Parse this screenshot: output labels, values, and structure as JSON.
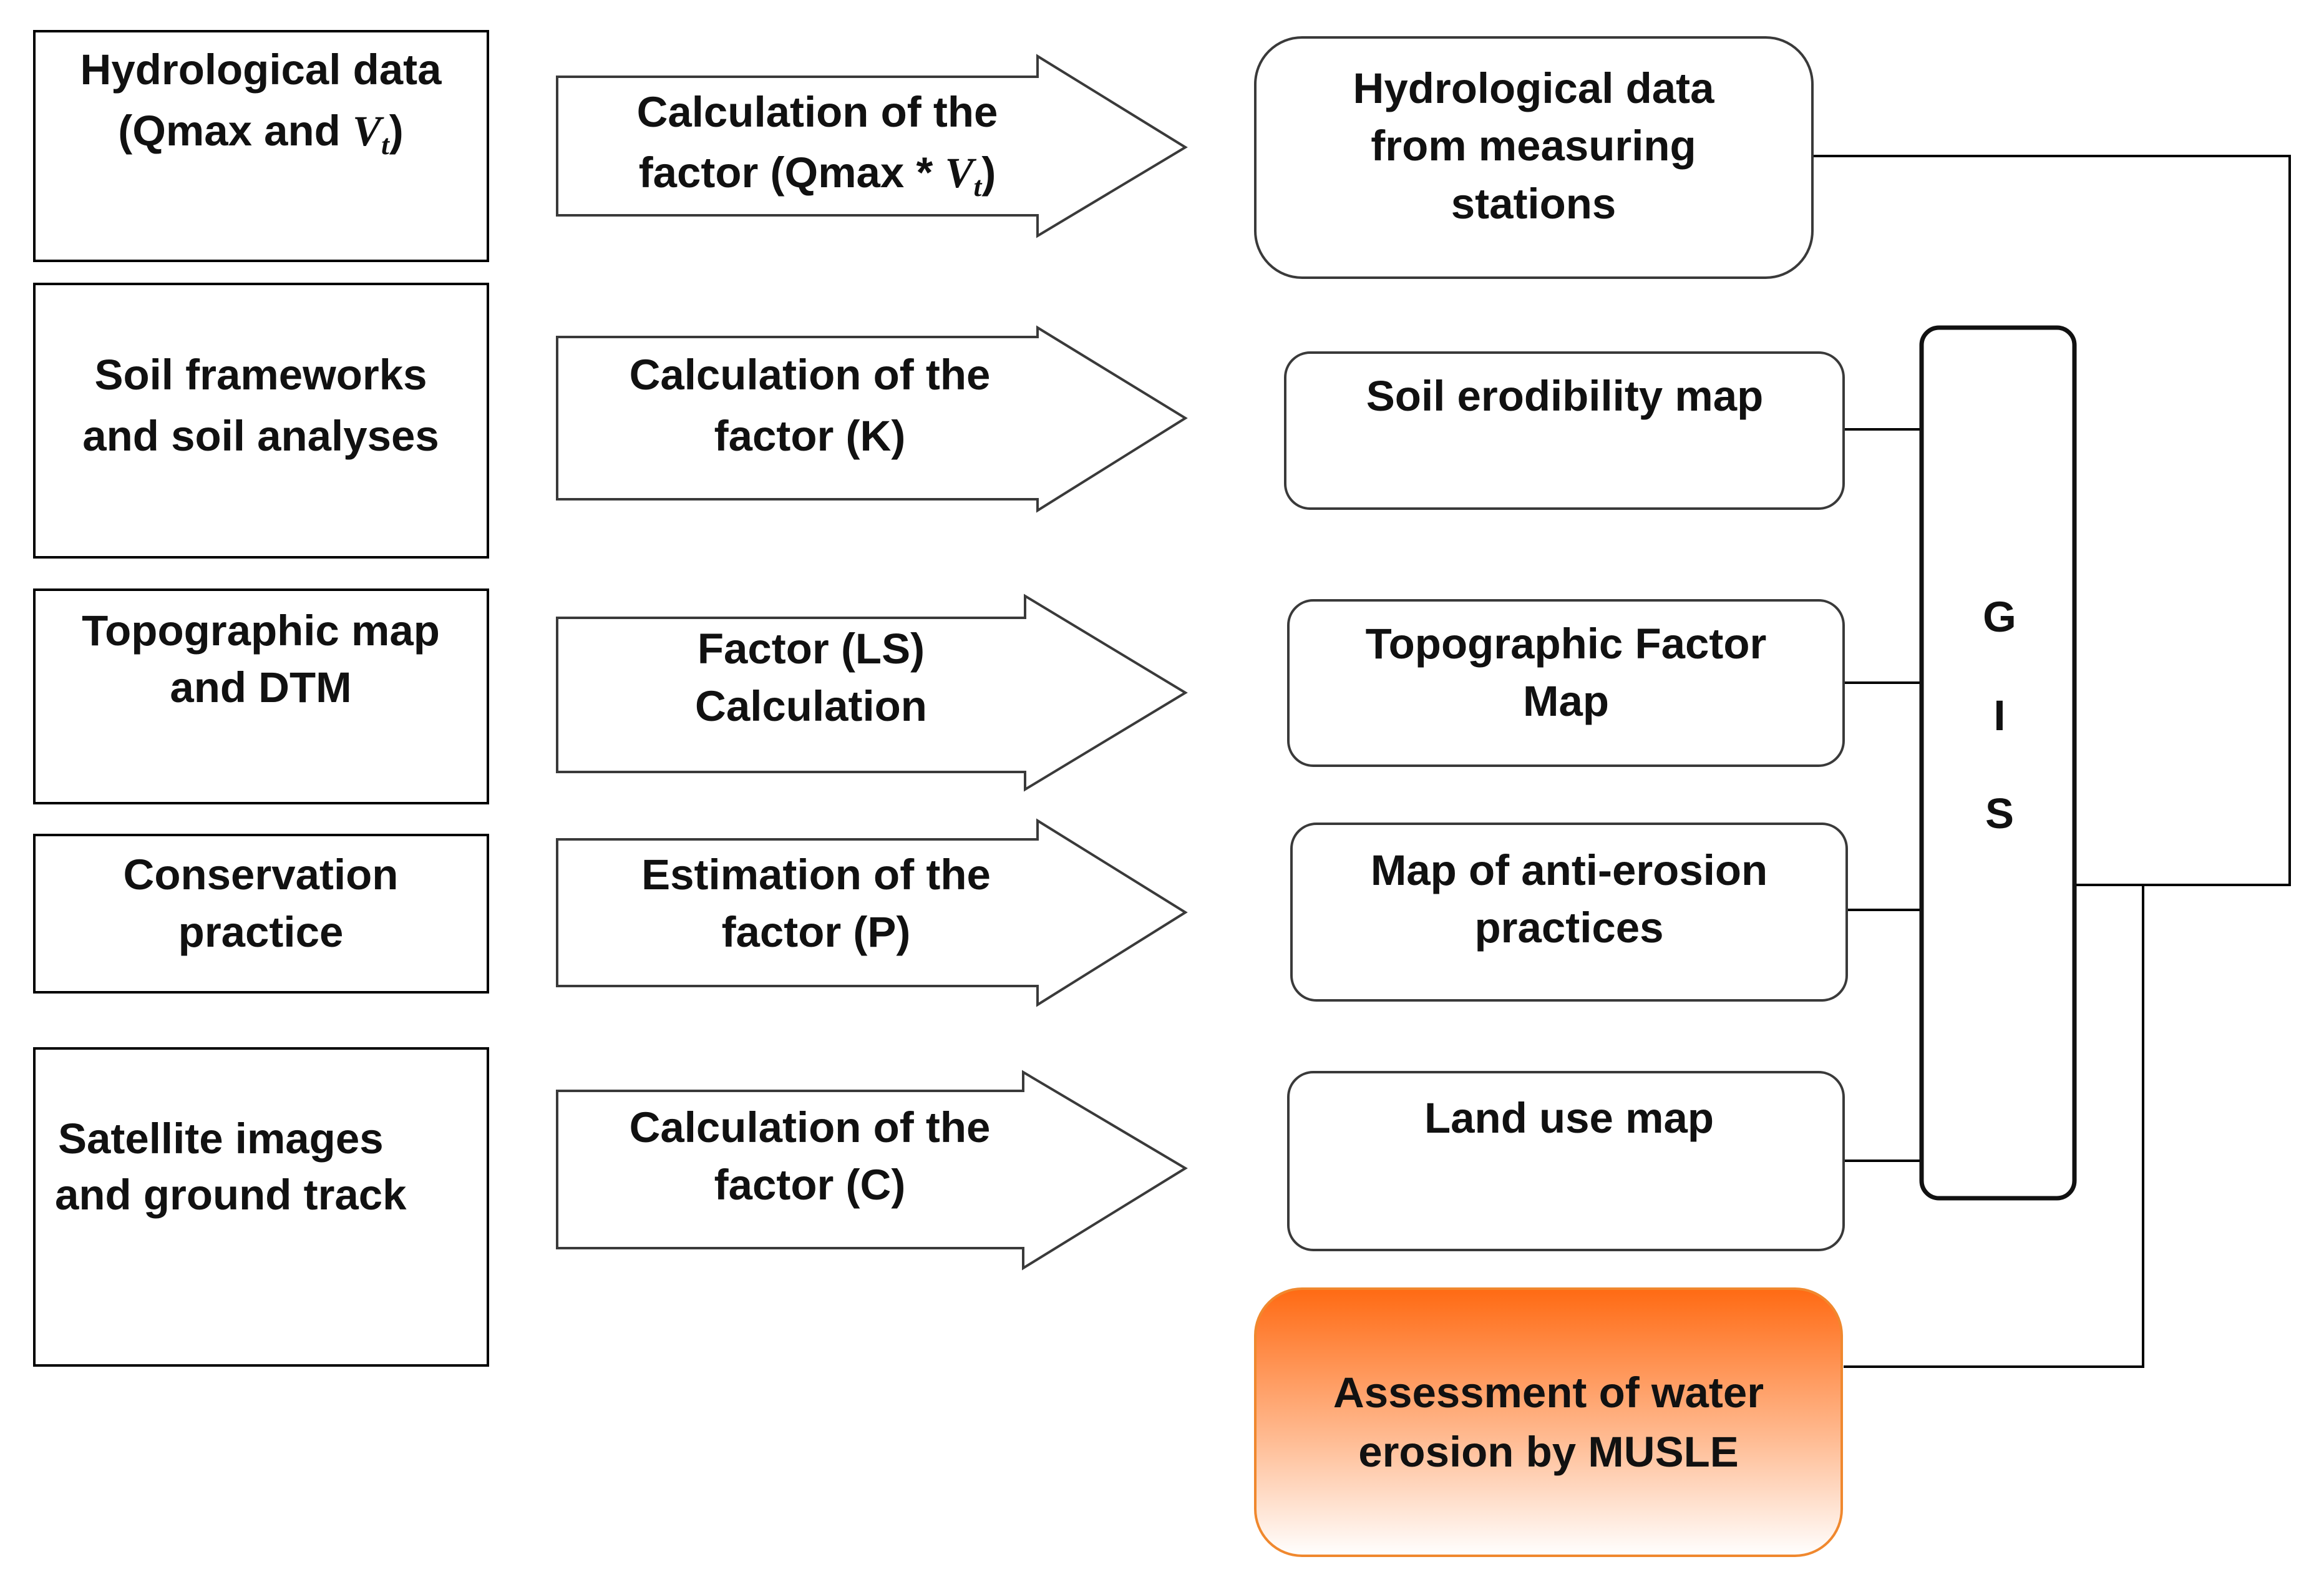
{
  "inputs": {
    "hydro": {
      "line1": "Hydrological  data",
      "line2_prefix": "(Qmax and ",
      "line2_var": "V",
      "line2_sub": "t",
      "line2_suffix": ")"
    },
    "soil": {
      "line1": "Soil frameworks",
      "line2": "and soil analyses"
    },
    "topo": {
      "line1": "Topographic  map",
      "line2": "and DTM"
    },
    "conservation": {
      "line1": "Conservation",
      "line2": "practice"
    },
    "satellite": {
      "line1": "Satellite images",
      "line2": "and ground track"
    }
  },
  "arrows": {
    "hydro": {
      "line1": "Calculation  of  the",
      "line2_prefix": "factor (Qmax * ",
      "line2_var": "V",
      "line2_sub": "t",
      "line2_suffix": ")"
    },
    "k": {
      "line1": "Calculation  of  the",
      "line2": "factor  (K)"
    },
    "ls": {
      "line1": "Factor  (LS)",
      "line2": "Calculation"
    },
    "p": {
      "line1": "Estimation  of  the",
      "line2": "factor  (P)"
    },
    "c": {
      "line1": "Calculation  of  the",
      "line2": "factor  (C)"
    }
  },
  "outputs": {
    "hydro": {
      "line1": "Hydrological  data",
      "line2": "from measuring",
      "line3": "stations"
    },
    "soil": {
      "line1": "Soil erodibility map"
    },
    "topo": {
      "line1": "Topographic  Factor",
      "line2": "Map"
    },
    "antierosion": {
      "line1": "Map of anti-erosion",
      "line2": "practices"
    },
    "landuse": {
      "line1": "Land use map"
    }
  },
  "gis": {
    "letter1": "G",
    "letter2": "I",
    "letter3": "S"
  },
  "result": {
    "line1": "Assessment  of water",
    "line2": "erosion by MUSLE"
  },
  "colors": {
    "result_top": "#ff6a13",
    "result_bottom": "#ffffff",
    "result_border": "#f0882e",
    "stroke": "#000000"
  }
}
